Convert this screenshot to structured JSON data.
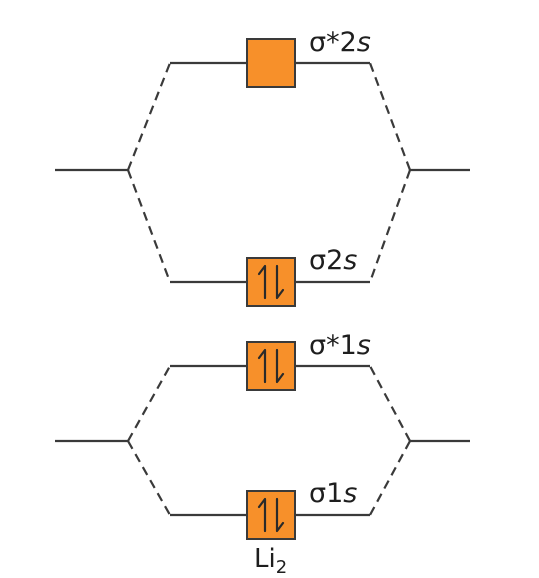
{
  "style": {
    "orbital_fill": "#f7902a",
    "line_color": "#3a3a3a"
  },
  "orbitals": [
    {
      "id": "sigma-star-2s",
      "label_main": "σ*2",
      "label_italic": "s",
      "electrons": 0
    },
    {
      "id": "sigma-2s",
      "label_main": "σ2",
      "label_italic": "s",
      "electrons": 2
    },
    {
      "id": "sigma-star-1s",
      "label_main": "σ*1",
      "label_italic": "s",
      "electrons": 2
    },
    {
      "id": "sigma-1s",
      "label_main": "σ1",
      "label_italic": "s",
      "electrons": 2
    }
  ],
  "molecule": {
    "symbol": "Li",
    "subscript": "2"
  }
}
